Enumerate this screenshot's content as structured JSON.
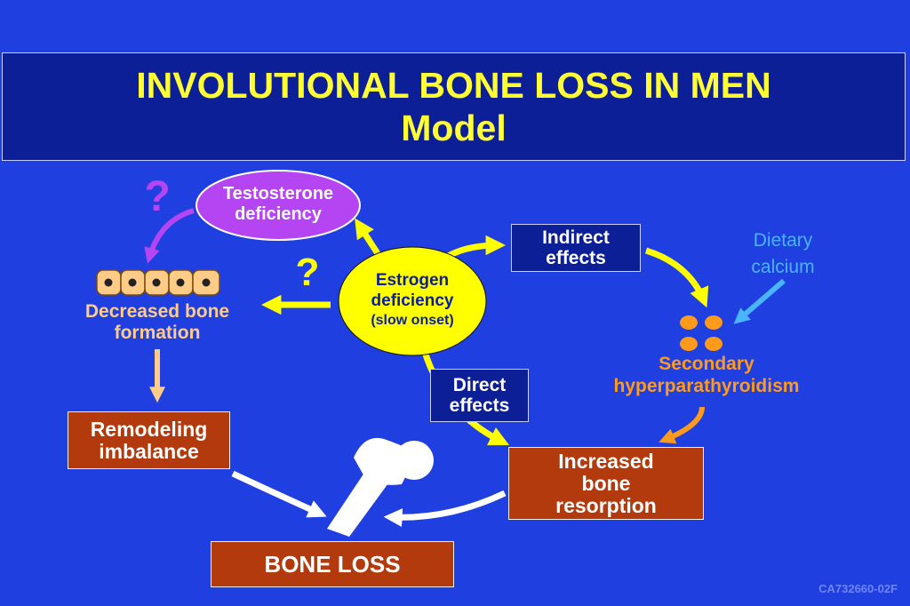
{
  "title": {
    "line1": "INVOLUTIONAL BONE LOSS IN MEN",
    "line2": "Model"
  },
  "nodes": {
    "testosterone": {
      "line1": "Testosterone",
      "line2": "deficiency"
    },
    "estrogen": {
      "line1": "Estrogen",
      "line2": "deficiency",
      "line3": "(slow onset)"
    },
    "indirect": {
      "line1": "Indirect",
      "line2": "effects"
    },
    "direct": {
      "line1": "Direct",
      "line2": "effects"
    },
    "dietary": {
      "line1": "Dietary",
      "line2": "calcium"
    },
    "secondary": {
      "line1": "Secondary",
      "line2": "hyperparathyroidism"
    },
    "decreased": {
      "line1": "Decreased bone",
      "line2": "formation"
    },
    "remodeling": {
      "line1": "Remodeling",
      "line2": "imbalance"
    },
    "resorption": {
      "line1": "Increased",
      "line2": "bone",
      "line3": "resorption"
    },
    "boneloss": {
      "label": "BONE LOSS"
    }
  },
  "question_marks": {
    "purple": "?",
    "yellow": "?"
  },
  "slide_code": "CA732660-02F",
  "colors": {
    "background": "#1f3fe0",
    "title_box": "#0d1f96",
    "title_text": "#ffff33",
    "yellow_arrow": "#ffff00",
    "purple": "#b544f2",
    "orange": "#ff9a1a",
    "tan": "#ffcc88",
    "light_blue": "#4ab4ff",
    "rust": "#b23a0c"
  }
}
